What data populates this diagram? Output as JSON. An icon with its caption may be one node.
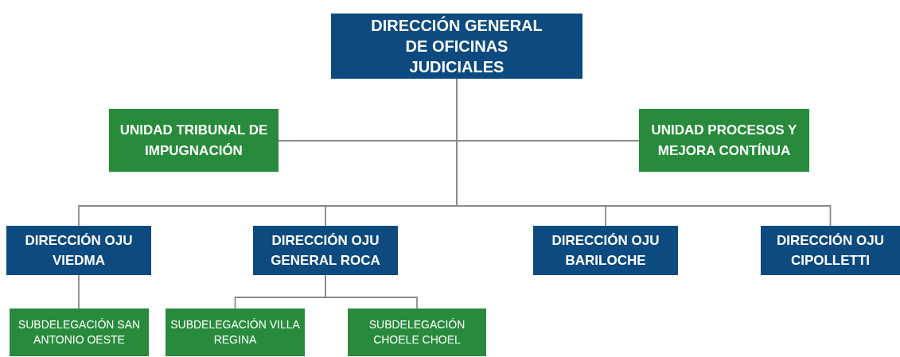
{
  "diagram": {
    "nodes": [
      {
        "text": [
          "DIRECCIÓN GENERAL DE OFICINAS JUDICIALES"
        ]
      },
      {
        "text": [
          "UNIDAD TRIBUNAL DE IMPUGNACIÓN"
        ]
      },
      {
        "text": [
          "UNIDAD PROCESOS Y MEJORA CONTÍNUA"
        ]
      },
      {
        "text": [
          "DIRECCIÓN OJU VIEDMA"
        ]
      },
      {
        "text": [
          "DIRECCIÓN OJU GENERAL ROCA"
        ]
      },
      {
        "text": [
          "DIRECCIÓN OJU BARILOCHE"
        ]
      },
      {
        "text": [
          "DIRECCIÓN OJU CIPOLLETTI"
        ]
      },
      {
        "text": [
          "SUBDELEGACIÓN SAN ANTONIO OESTE"
        ]
      },
      {
        "text": [
          "SUBDELEGACIÓN VILLA REGINA"
        ]
      },
      {
        "text": [
          "SUBDELEGACIÓN CHOELE CHOEL"
        ]
      }
    ],
    "edges": [
      {
        "from": 0,
        "to": 1,
        "arrow": "none"
      },
      {
        "from": 0,
        "to": 2,
        "arrow": "none"
      },
      {
        "from": 0,
        "to": 3,
        "arrow": "none"
      },
      {
        "from": 0,
        "to": 4,
        "arrow": "none"
      },
      {
        "from": 0,
        "to": 5,
        "arrow": "none"
      },
      {
        "from": 0,
        "to": 6,
        "arrow": "none"
      },
      {
        "from": 3,
        "to": 7,
        "arrow": "none"
      },
      {
        "from": 4,
        "to": 8,
        "arrow": "none"
      },
      {
        "from": 4,
        "to": 9,
        "arrow": "none"
      }
    ]
  }
}
